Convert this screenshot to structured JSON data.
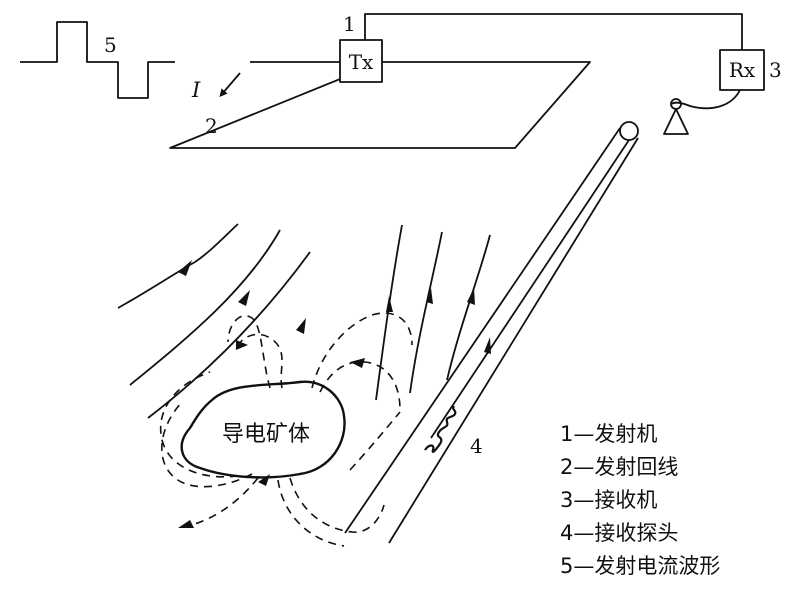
{
  "labels": {
    "tx": "Tx",
    "rx": "Rx",
    "n1": "1",
    "n2": "2",
    "n3": "3",
    "n4": "4",
    "n5": "5",
    "current": "I",
    "orebody": "导电矿体"
  },
  "legend": [
    "1—发射机",
    "2—发射回线",
    "3—接收机",
    "4—接收探头",
    "5—发射电流波形"
  ]
}
